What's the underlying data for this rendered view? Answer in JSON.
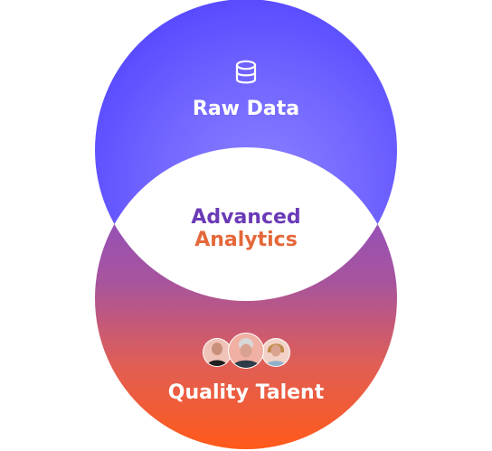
{
  "diagram": {
    "top_circle": {
      "label": "Raw Data",
      "icon": "database-icon"
    },
    "intersection": {
      "line1": "Advanced",
      "line2": "Analytics"
    },
    "bottom_circle": {
      "label": "Quality Talent",
      "icon": "team-avatars"
    }
  },
  "colors": {
    "top_circle_gradient": [
      "#5b4dff",
      "#7a6bff"
    ],
    "bottom_circle_gradient_top": "#8a4ed3",
    "bottom_circle_gradient_mid": "#d25d6a",
    "bottom_circle_gradient_bottom": "#ff5a1a",
    "intersection_fill": "#ffffff",
    "label_text": "#ffffff",
    "intersection_text_line1": "#6b3ab6",
    "intersection_text_line2": "#e4683a"
  }
}
